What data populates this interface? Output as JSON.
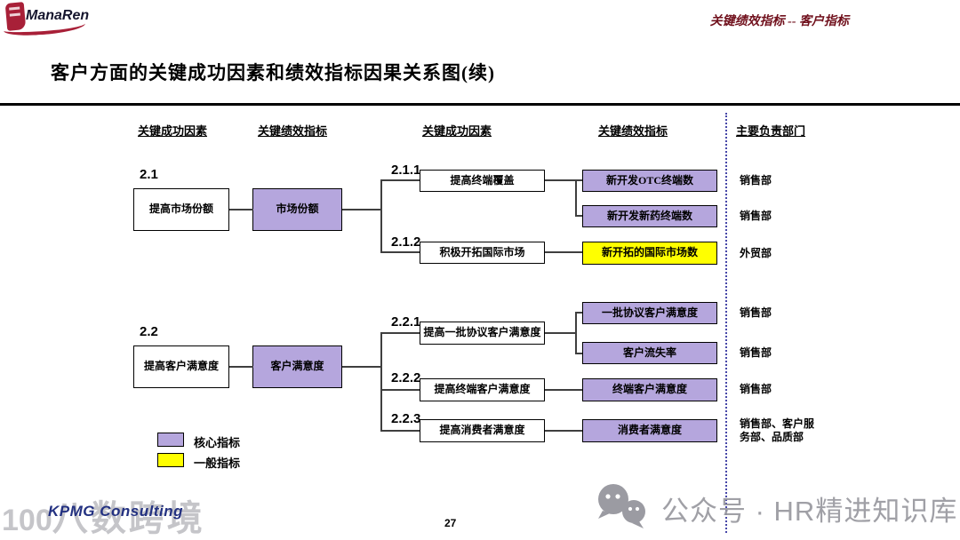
{
  "header": {
    "logo": "ManaRen",
    "corner": "关键绩效指标 -- 客户指标",
    "title": "客户方面的关键成功因素和绩效指标因果关系图(续)"
  },
  "columns": {
    "csf1": "关键成功因素",
    "kpi1": "关键绩效指标",
    "csf2": "关键成功因素",
    "kpi2": "关键绩效指标",
    "dept": "主要负责部门"
  },
  "clusters": [
    {
      "id": "2.1",
      "csf": "提高市场份额",
      "kpi": "市场份额",
      "subs": [
        {
          "id": "2.1.1",
          "csf": "提高终端覆盖",
          "kpis": [
            {
              "label": "新开发OTC终端数",
              "type": "core",
              "dept": "销售部"
            },
            {
              "label": "新开发新药终端数",
              "type": "core",
              "dept": "销售部"
            }
          ]
        },
        {
          "id": "2.1.2",
          "csf": "积极开拓国际市场",
          "kpis": [
            {
              "label": "新开拓的国际市场数",
              "type": "general",
              "dept": "外贸部"
            }
          ]
        }
      ]
    },
    {
      "id": "2.2",
      "csf": "提高客户满意度",
      "kpi": "客户满意度",
      "subs": [
        {
          "id": "2.2.1",
          "csf": "提高一批协议客户满意度",
          "kpis": [
            {
              "label": "一批协议客户满意度",
              "type": "core",
              "dept": "销售部"
            },
            {
              "label": "客户流失率",
              "type": "core",
              "dept": "销售部"
            }
          ]
        },
        {
          "id": "2.2.2",
          "csf": "提高终端客户满意度",
          "kpis": [
            {
              "label": "终端客户满意度",
              "type": "core",
              "dept": "销售部"
            }
          ]
        },
        {
          "id": "2.2.3",
          "csf": "提高消费者满意度",
          "kpis": [
            {
              "label": "消费者满意度",
              "type": "core",
              "dept": "销售部、客户服务部、品质部"
            }
          ]
        }
      ]
    }
  ],
  "legend": [
    {
      "label": "核心指标",
      "type": "core"
    },
    {
      "label": "一般指标",
      "type": "general"
    }
  ],
  "colors": {
    "core": "#b5a6dd",
    "general": "#ffff00",
    "brand_red": "#a82038",
    "corner_text": "#70101c",
    "kpmg_blue": "#233181",
    "dashed_line": "#4646a8",
    "watermark_grey": "#9696a0"
  },
  "footer": {
    "brand": "KPMG Consulting",
    "page": "27",
    "wm_left_mark": "100",
    "wm_left": "八数跨境",
    "wm_right": "公众号 · HR精进知识库"
  }
}
